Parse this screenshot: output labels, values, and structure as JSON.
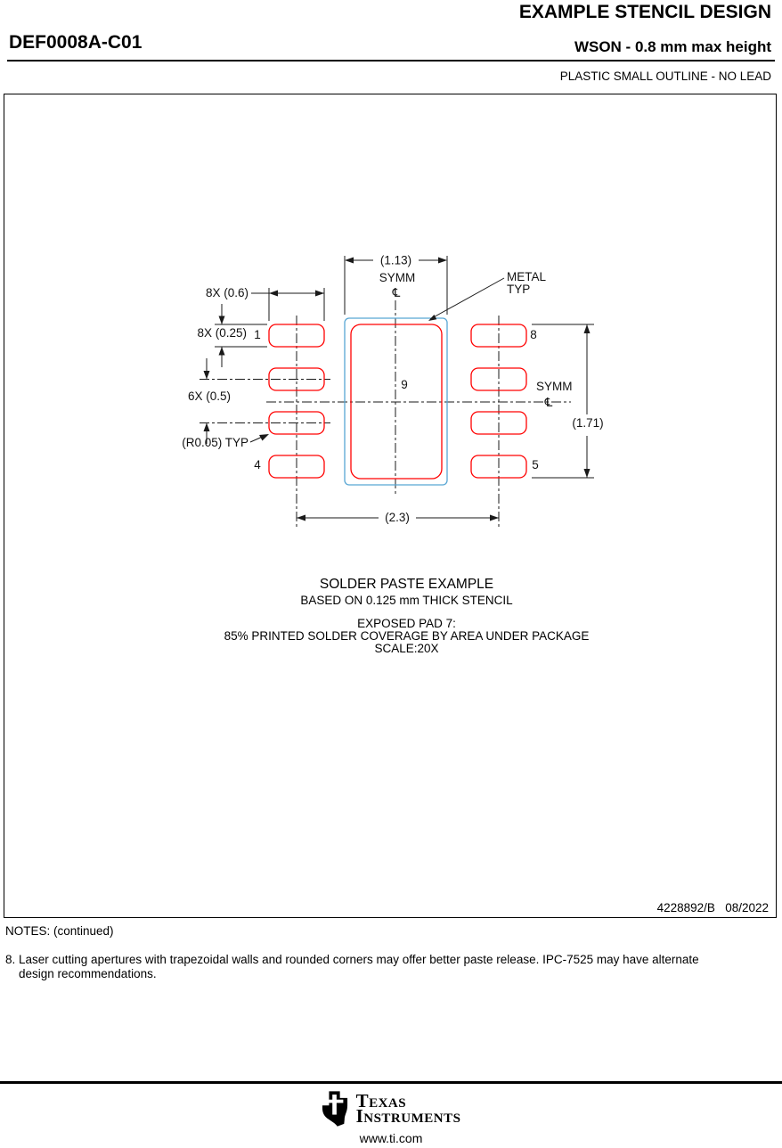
{
  "header": {
    "title": "EXAMPLE STENCIL DESIGN",
    "part_number": "DEF0008A-C01",
    "package": "WSON - 0.8 mm max height",
    "package_desc": "PLASTIC SMALL OUTLINE - NO LEAD"
  },
  "drawing": {
    "dim_width_center": "(1.13)",
    "symm_top": "SYMM",
    "symm_right": "SYMM",
    "centerline_symbol": "℄",
    "metal_label_line1": "METAL",
    "metal_label_line2": "TYP",
    "dim_pad_width": "8X (0.6)",
    "dim_pad_height": "8X (0.25)",
    "dim_pitch": "6X (0.5)",
    "dim_center_length": "(1.71)",
    "dim_row_span": "(2.3)",
    "radius_note": "(R0.05) TYP",
    "pin1": "1",
    "pin4": "4",
    "pin5": "5",
    "pin8": "8",
    "pin9": "9",
    "colors": {
      "aperture_outline": "#ff0000",
      "metal_outline": "#58a6d4",
      "line": "#1a1a1a"
    }
  },
  "caption": {
    "line1": "SOLDER PASTE EXAMPLE",
    "line2": "BASED ON 0.125 mm THICK STENCIL",
    "line3": "EXPOSED PAD 7:",
    "line4": "85% PRINTED SOLDER COVERAGE BY AREA UNDER PACKAGE",
    "line5": "SCALE:20X"
  },
  "doc_number": "4228892/B   08/2022",
  "notes": {
    "heading": "NOTES: (continued)",
    "note8_line1": "8. Laser cutting apertures with trapezoidal walls and rounded corners may offer better paste release. IPC-7525 may have alternate",
    "note8_line2": "design recommendations."
  },
  "brand": {
    "wordmark_line1": "Texas",
    "wordmark_line2": "Instruments",
    "url": "www.ti.com"
  }
}
